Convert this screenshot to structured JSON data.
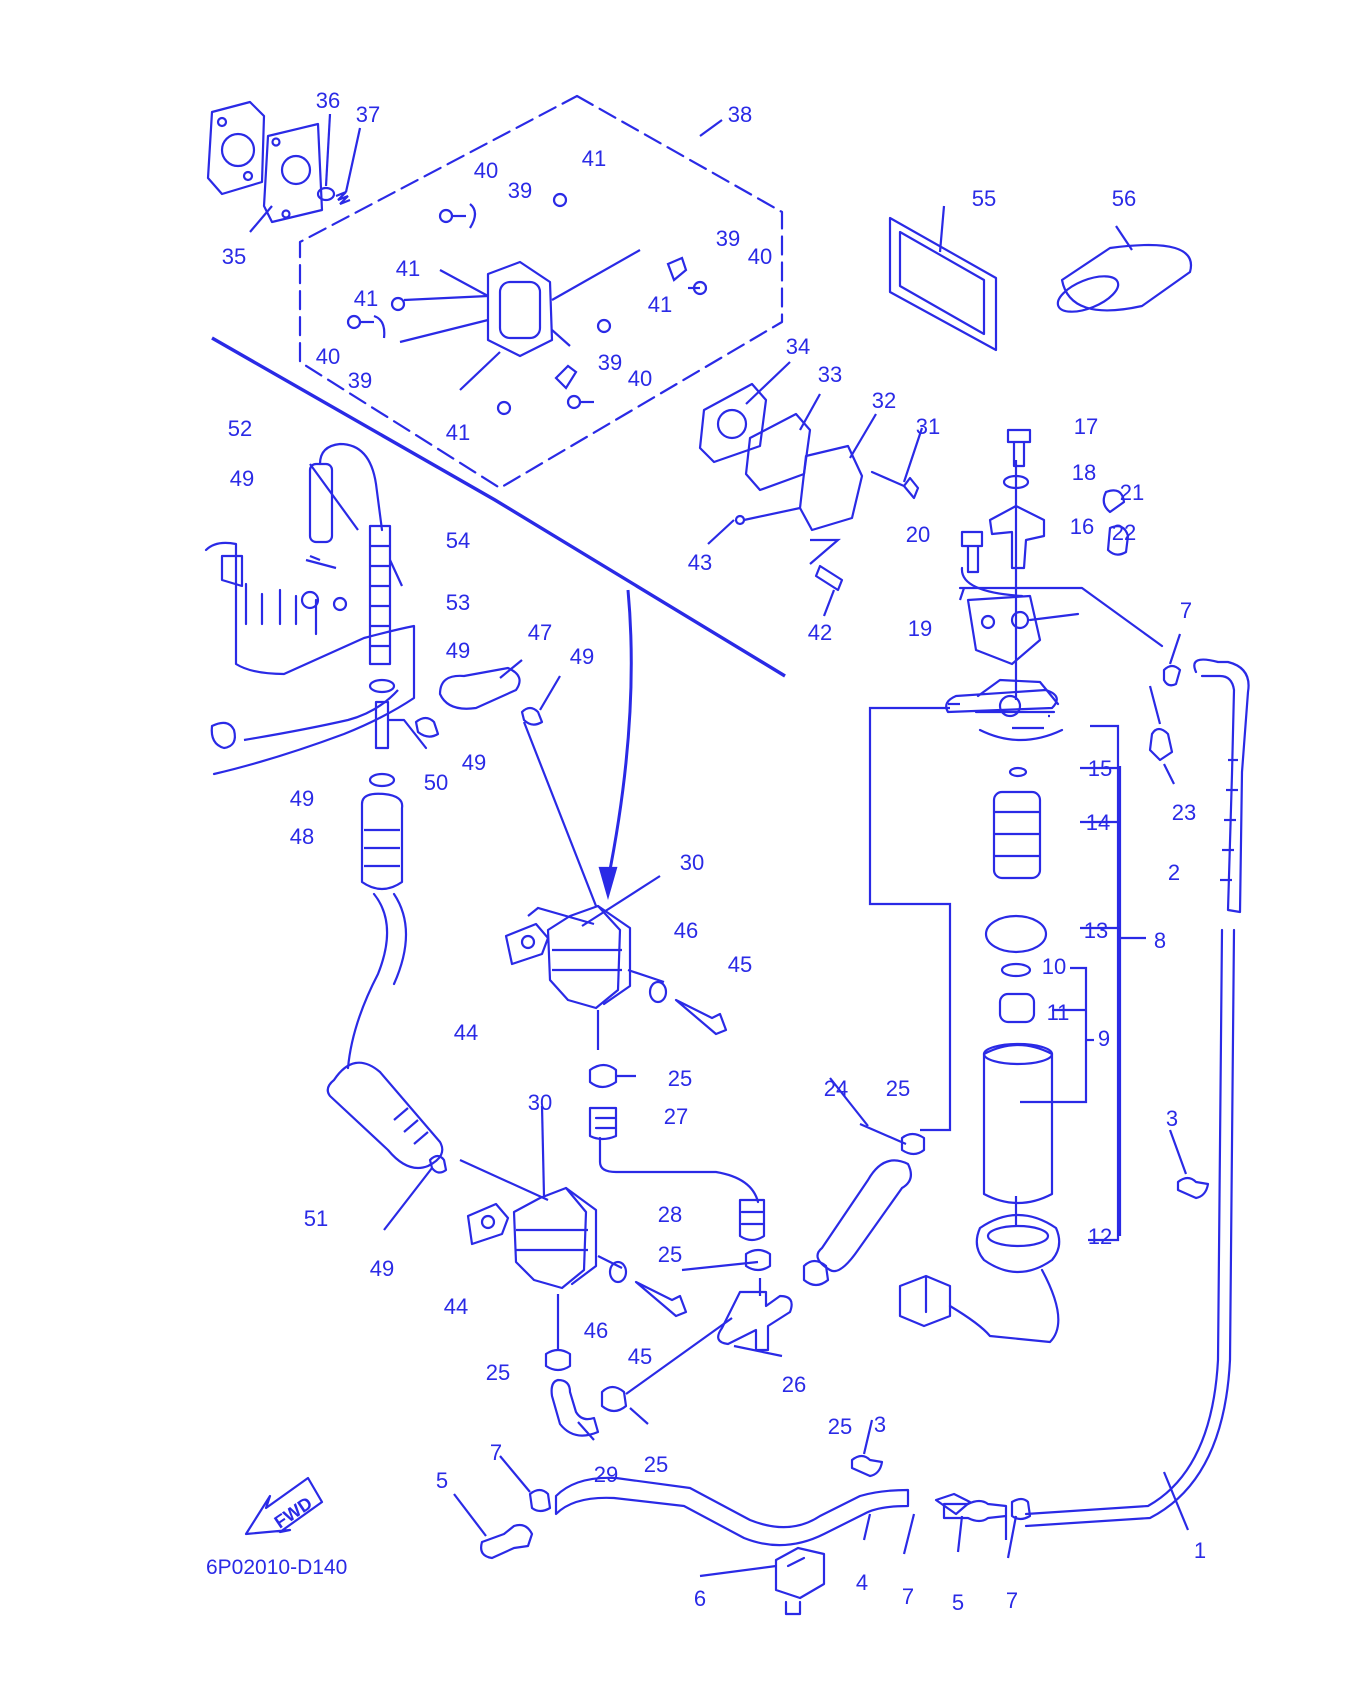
{
  "diagram": {
    "code": "6P02010-D140",
    "fwd_label": "FWD",
    "ink_color": "#2a2ae6",
    "callouts": [
      {
        "label": "36"
      },
      {
        "label": "37"
      },
      {
        "label": "38"
      },
      {
        "label": "35"
      },
      {
        "label": "40"
      },
      {
        "label": "39"
      },
      {
        "label": "41"
      },
      {
        "label": "41"
      },
      {
        "label": "39"
      },
      {
        "label": "40"
      },
      {
        "label": "41"
      },
      {
        "label": "41"
      },
      {
        "label": "40"
      },
      {
        "label": "39"
      },
      {
        "label": "39"
      },
      {
        "label": "40"
      },
      {
        "label": "41"
      },
      {
        "label": "55"
      },
      {
        "label": "56"
      },
      {
        "label": "34"
      },
      {
        "label": "33"
      },
      {
        "label": "32"
      },
      {
        "label": "31"
      },
      {
        "label": "43"
      },
      {
        "label": "42"
      },
      {
        "label": "17"
      },
      {
        "label": "18"
      },
      {
        "label": "21"
      },
      {
        "label": "16"
      },
      {
        "label": "20"
      },
      {
        "label": "22"
      },
      {
        "label": "19"
      },
      {
        "label": "7"
      },
      {
        "label": "23"
      },
      {
        "label": "15"
      },
      {
        "label": "14"
      },
      {
        "label": "2"
      },
      {
        "label": "13"
      },
      {
        "label": "8"
      },
      {
        "label": "10"
      },
      {
        "label": "11"
      },
      {
        "label": "9"
      },
      {
        "label": "12"
      },
      {
        "label": "3"
      },
      {
        "label": "52"
      },
      {
        "label": "49"
      },
      {
        "label": "54"
      },
      {
        "label": "53"
      },
      {
        "label": "49"
      },
      {
        "label": "47"
      },
      {
        "label": "49"
      },
      {
        "label": "49"
      },
      {
        "label": "50"
      },
      {
        "label": "49"
      },
      {
        "label": "48"
      },
      {
        "label": "30"
      },
      {
        "label": "46"
      },
      {
        "label": "45"
      },
      {
        "label": "44"
      },
      {
        "label": "25"
      },
      {
        "label": "27"
      },
      {
        "label": "24"
      },
      {
        "label": "25"
      },
      {
        "label": "30"
      },
      {
        "label": "51"
      },
      {
        "label": "49"
      },
      {
        "label": "28"
      },
      {
        "label": "25"
      },
      {
        "label": "44"
      },
      {
        "label": "46"
      },
      {
        "label": "45"
      },
      {
        "label": "25"
      },
      {
        "label": "26"
      },
      {
        "label": "25"
      },
      {
        "label": "29"
      },
      {
        "label": "25"
      },
      {
        "label": "3"
      },
      {
        "label": "5"
      },
      {
        "label": "7"
      },
      {
        "label": "1"
      },
      {
        "label": "6"
      },
      {
        "label": "4"
      },
      {
        "label": "7"
      },
      {
        "label": "5"
      },
      {
        "label": "7"
      }
    ]
  }
}
